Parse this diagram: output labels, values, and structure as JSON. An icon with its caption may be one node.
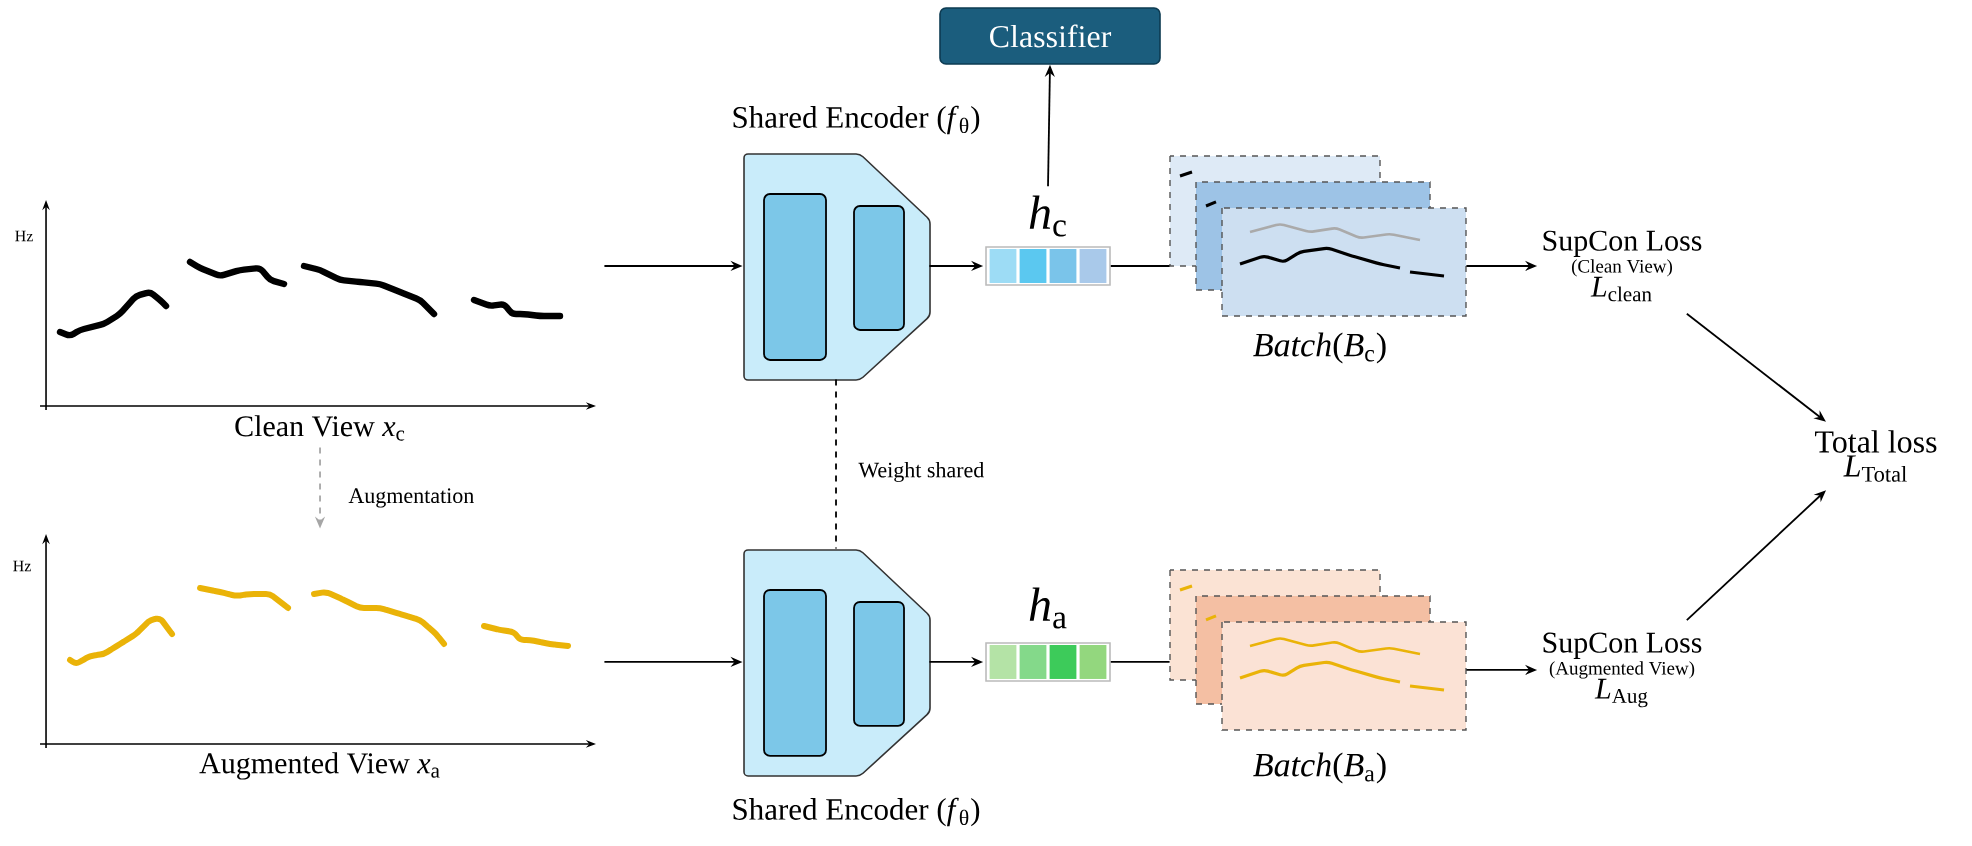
{
  "diagram": {
    "nodes": [
      {
        "text": [],
        "shape": "picture",
        "beside": [
          "Hz",
          "Clean View *x*$_{c}$"
        ]
      },
      {
        "text": [],
        "shape": "picture",
        "beside": [
          "Hz",
          "Augmented View *x*$_{a}$"
        ]
      },
      {
        "text": [
          "Shared Encoder (*f*$_{θ}$)"
        ]
      },
      {
        "text": [
          "Shared Encoder (*f*$_{θ}$)"
        ]
      },
      {
        "text": [
          "Classifier"
        ]
      },
      {
        "text": [
          "*h*$_{c}$"
        ]
      },
      {
        "text": [
          "*h*$_{a}$"
        ]
      },
      {
        "text": [
          "*Batch*(*B*$_{c}$)"
        ]
      },
      {
        "text": [
          "*Batch*(*B*$_{a}$)"
        ]
      },
      {
        "text": [
          "SupCon Loss",
          "(Clean View)",
          "*L*$_{clean}$"
        ]
      },
      {
        "text": [
          "SupCon Loss",
          "(Augmented View)",
          "*L*$_{Aug}$"
        ]
      },
      {
        "text": [
          "Total loss",
          "*L*$_{Total}$"
        ]
      }
    ],
    "edges": [
      {
        "from": 0,
        "to": 1,
        "arrow": "to",
        "label": "Augmentation",
        "style": "dashed",
        "color": "#a6a6a6"
      },
      {
        "from": 0,
        "to": 2,
        "arrow": "to"
      },
      {
        "from": 1,
        "to": 3,
        "arrow": "to"
      },
      {
        "from": 2,
        "to": 3,
        "arrow": "none",
        "label": "Weight shared",
        "style": "dashed"
      },
      {
        "from": 2,
        "to": 5,
        "arrow": "to"
      },
      {
        "from": 3,
        "to": 6,
        "arrow": "to"
      },
      {
        "from": 5,
        "to": 4,
        "arrow": "to"
      },
      {
        "from": 5,
        "to": 7,
        "arrow": "none"
      },
      {
        "from": 6,
        "to": 8,
        "arrow": "none"
      },
      {
        "from": 7,
        "to": 9,
        "arrow": "to"
      },
      {
        "from": 8,
        "to": 10,
        "arrow": "to"
      },
      {
        "from": 9,
        "to": 11,
        "arrow": "to"
      },
      {
        "from": 10,
        "to": 11,
        "arrow": "to"
      }
    ]
  }
}
